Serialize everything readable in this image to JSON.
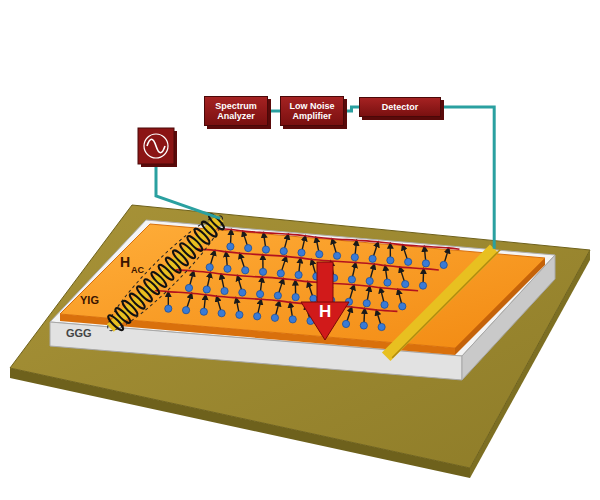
{
  "diagram": {
    "nodes": [
      {
        "text": [
          "Spectrum Analyzer"
        ]
      },
      {
        "text": [
          "Low Noise Amplifier"
        ]
      },
      {
        "text": [
          "Detector"
        ]
      }
    ],
    "edges": [
      {
        "from": 0,
        "to": 1,
        "arrow": "none"
      },
      {
        "from": 1,
        "to": 2,
        "arrow": "none"
      }
    ],
    "labels": [
      "H",
      "AC",
      "YIG",
      "GGG",
      "H"
    ]
  }
}
